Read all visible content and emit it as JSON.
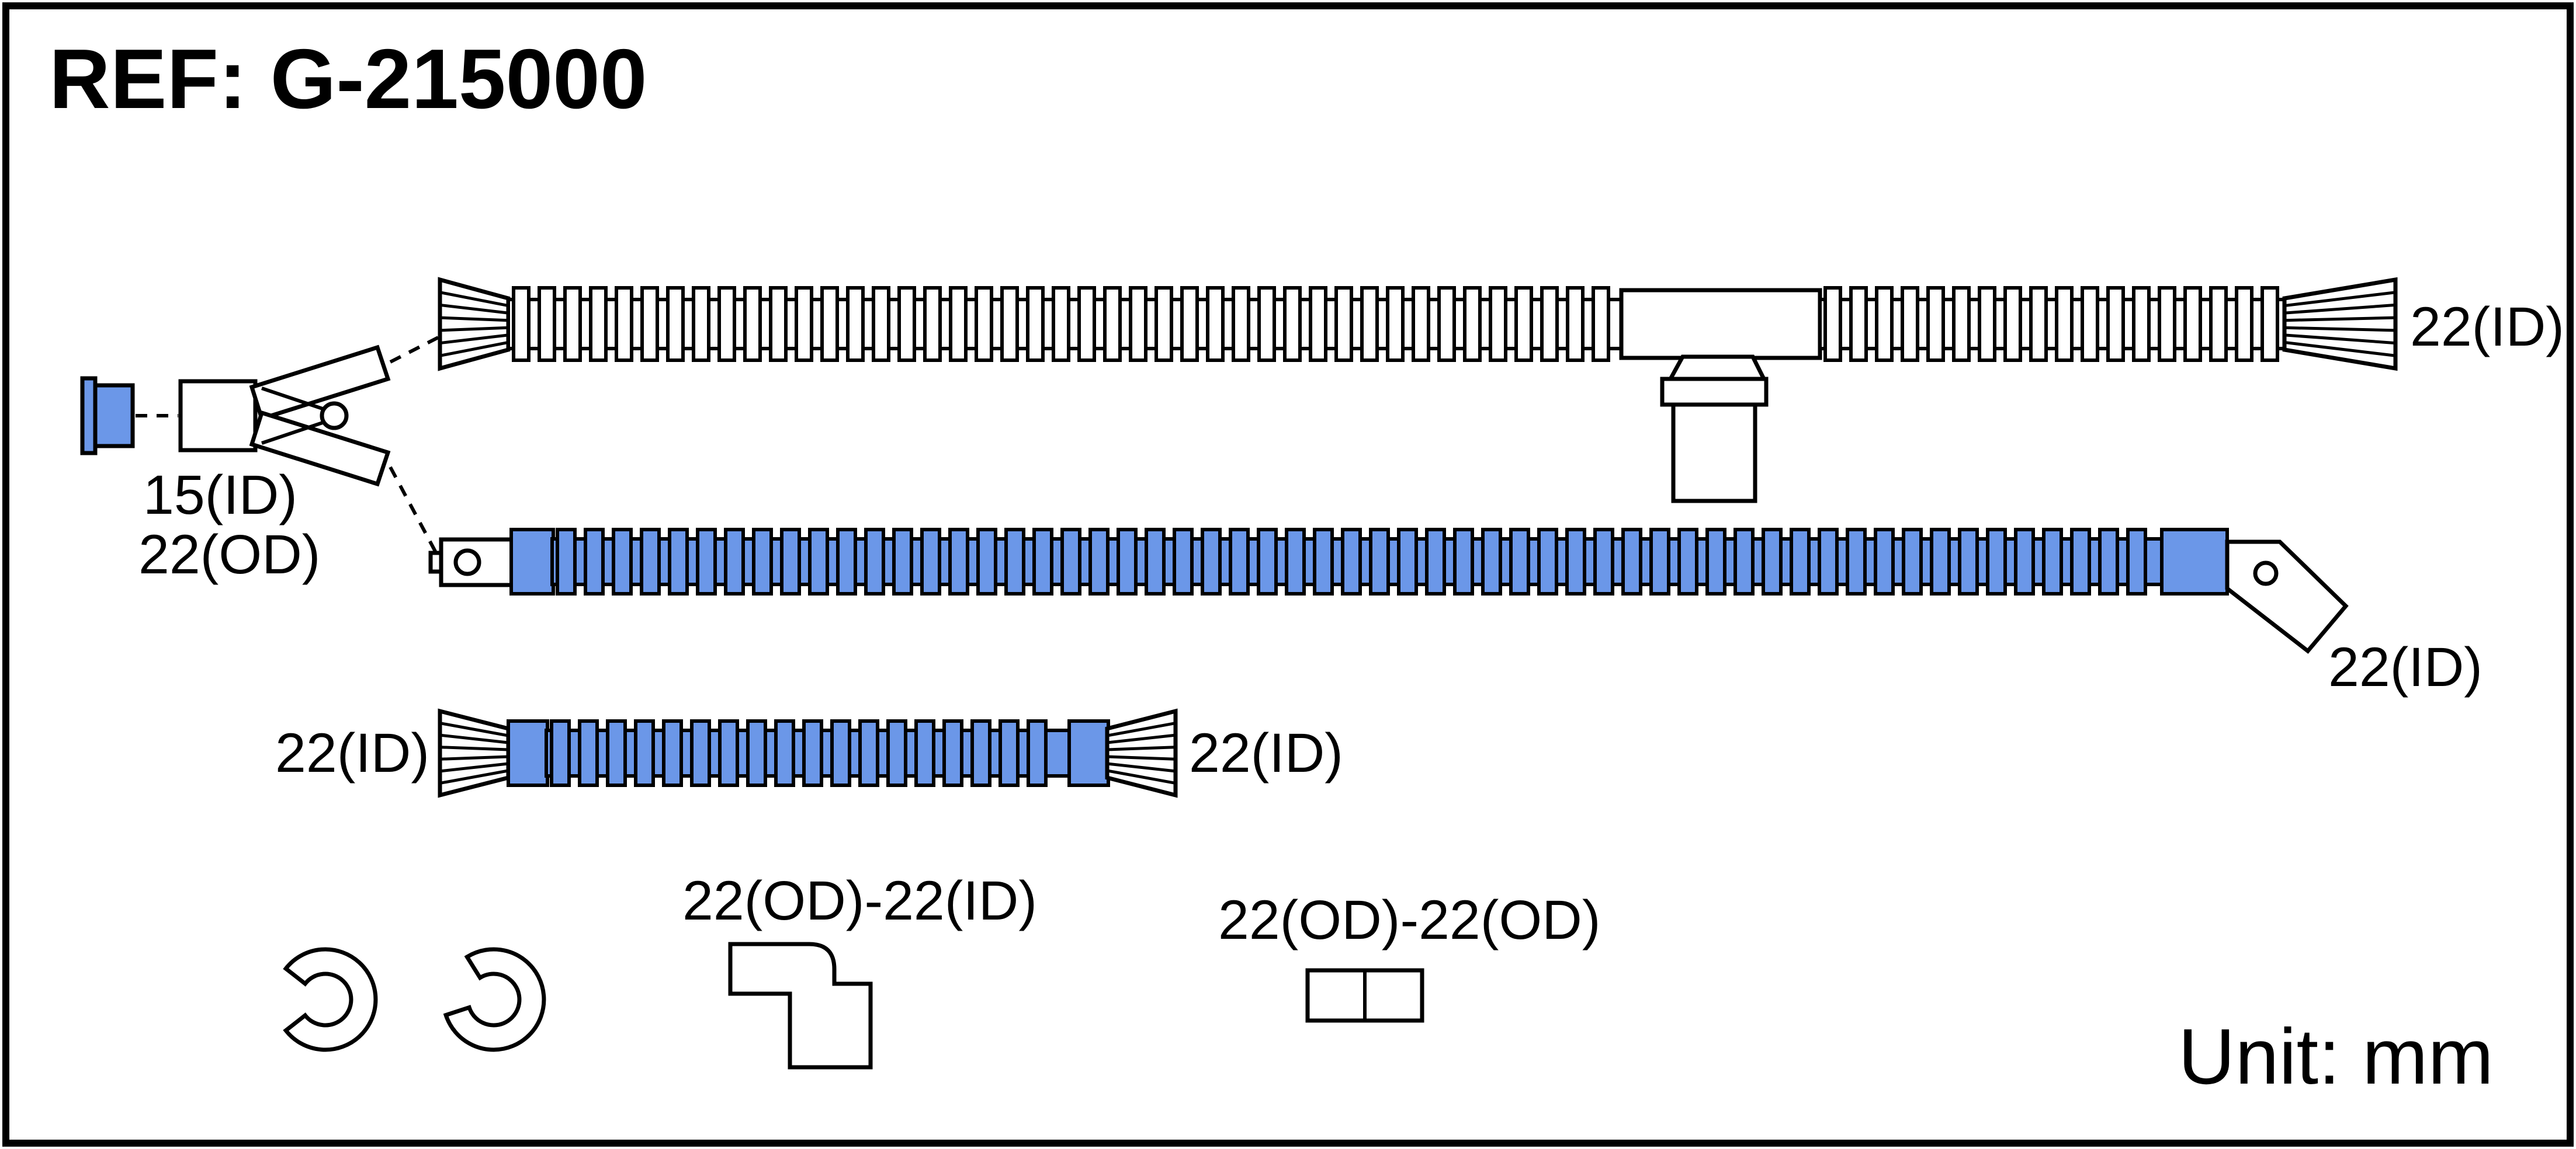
{
  "title": "REF: G-215000",
  "unit_label": "Unit: mm",
  "colors": {
    "tube_blue": "#6B97E8",
    "tube_white": "#ffffff",
    "outline": "#000000"
  },
  "y_piece": {
    "label_line1": "15(ID)",
    "label_line2": "22(OD)"
  },
  "top_tube": {
    "right_label": "22(ID)"
  },
  "middle_tube": {
    "right_label": "22(ID)"
  },
  "short_tube": {
    "left_label": "22(ID)",
    "right_label": "22(ID)"
  },
  "fittings": {
    "elbow_label": "22(OD)-22(ID)",
    "straight_label": "22(OD)-22(OD)"
  }
}
